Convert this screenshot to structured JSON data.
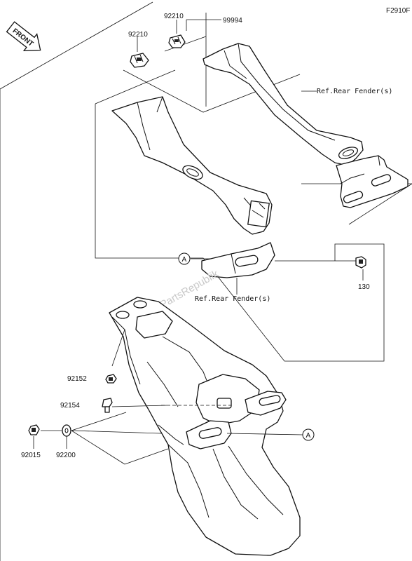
{
  "diagram_code": "F2910F",
  "front_label": "FRONT",
  "watermark": "PartsRepublik",
  "parts": {
    "p92210_a": "92210",
    "p92210_b": "92210",
    "p99994": "99994",
    "p92152": "92152",
    "p92154": "92154",
    "p92015": "92015",
    "p92200": "92200",
    "p130": "130"
  },
  "refs": {
    "rear_fender_top": "Ref.Rear Fender(s)",
    "rear_fender_mid": "Ref.Rear Fender(s)"
  },
  "callouts": {
    "a_upper": "A",
    "a_lower": "A"
  }
}
